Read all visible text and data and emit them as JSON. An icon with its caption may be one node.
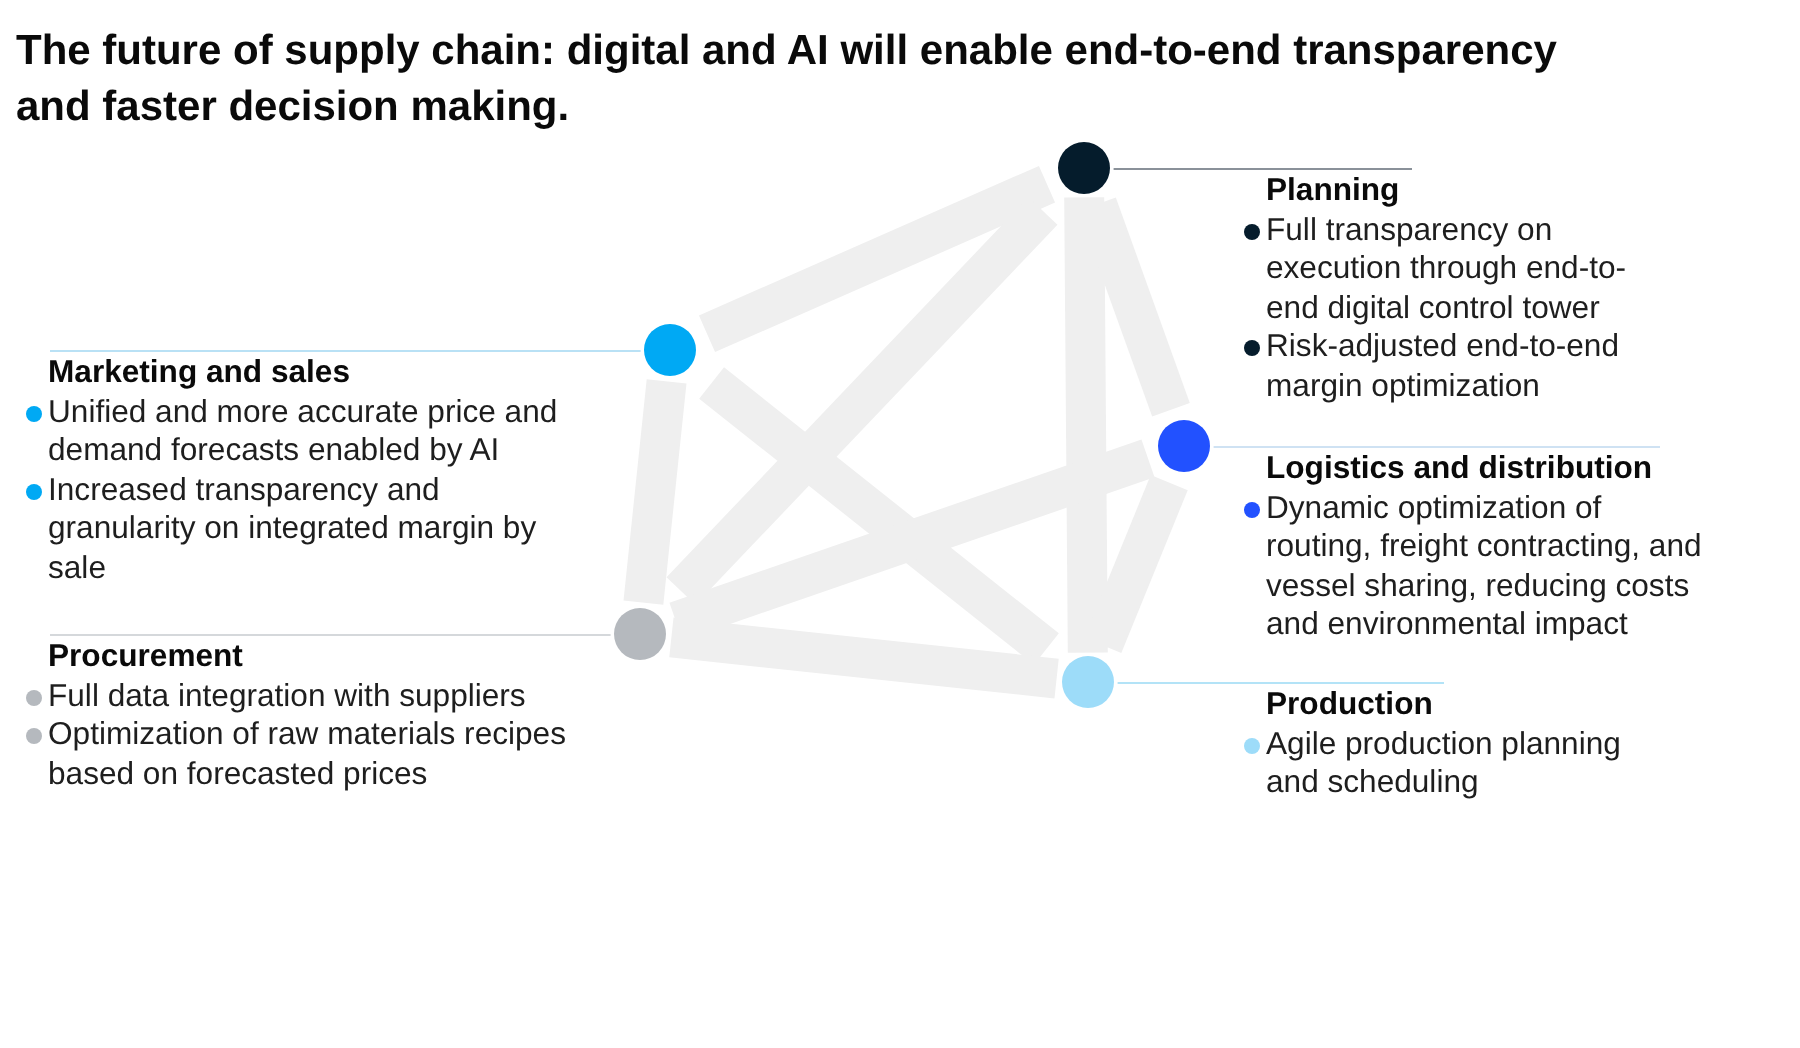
{
  "diagram": {
    "title": "The future of supply chain: digital and AI will enable end-to-end transparency and faster decision making.",
    "nodes": [
      {
        "text": [],
        "shape": "circle"
      },
      {
        "text": [
          "Planning",
          "Full transparency on execution through end-to-end digital control tower",
          "Risk-adjusted end-to-end margin optimization"
        ]
      },
      {
        "text": [],
        "shape": "circle"
      },
      {
        "text": [
          "Marketing and sales",
          "Unified and more accurate price and demand forecasts enabled by AI",
          "Increased transparency and granularity on integrated margin by sale"
        ]
      },
      {
        "text": [],
        "shape": "circle"
      },
      {
        "text": [
          "Logistics and distribution",
          "Dynamic optimization of routing, freight contracting, and vessel sharing, reducing costs and environmental impact"
        ]
      },
      {
        "text": [],
        "shape": "circle"
      },
      {
        "text": [
          "Procurement",
          "Full data integration with suppliers",
          "Optimization of raw materials recipes based on forecasted prices"
        ]
      },
      {
        "text": [],
        "shape": "circle"
      },
      {
        "text": [
          "Production",
          "Agile production planning and scheduling"
        ]
      }
    ],
    "edges": [
      {
        "from": 0,
        "to": 1,
        "arrow": "none",
        "color": "#8a9199"
      },
      {
        "from": 2,
        "to": 3,
        "arrow": "none",
        "color": "#b9e1f5"
      },
      {
        "from": 4,
        "to": 5,
        "arrow": "none",
        "color": "#cfe2f3"
      },
      {
        "from": 6,
        "to": 7,
        "arrow": "none",
        "color": "#d5d8db"
      },
      {
        "from": 8,
        "to": 9,
        "arrow": "none",
        "color": "#b3e3f7"
      },
      {
        "from": 0,
        "to": 2,
        "arrow": "none"
      },
      {
        "from": 0,
        "to": 6,
        "arrow": "none"
      },
      {
        "from": 0,
        "to": 8,
        "arrow": "none"
      },
      {
        "from": 0,
        "to": 4,
        "arrow": "none"
      },
      {
        "from": 2,
        "to": 6,
        "arrow": "none"
      },
      {
        "from": 2,
        "to": 8,
        "arrow": "none"
      },
      {
        "from": 6,
        "to": 4,
        "arrow": "none"
      },
      {
        "from": 6,
        "to": 8,
        "arrow": "none"
      },
      {
        "from": 4,
        "to": 8,
        "arrow": "none"
      }
    ]
  }
}
